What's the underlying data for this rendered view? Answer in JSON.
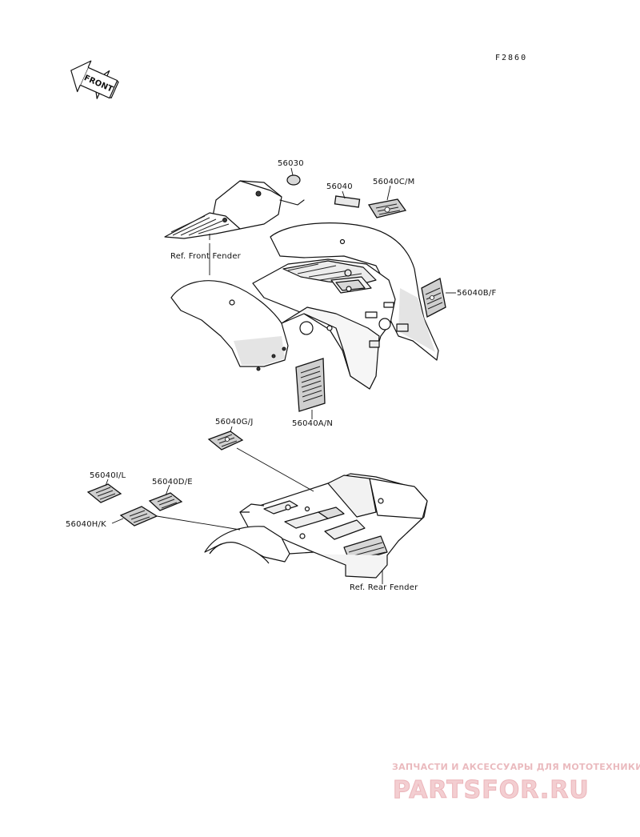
{
  "diagram": {
    "figure_code": "F2860",
    "front_arrow_text": "FRONT",
    "parts": {
      "p56030": "56030",
      "p56040": "56040",
      "p56040cm": "56040C/M",
      "p56040bf": "56040B/F",
      "p56040an": "56040A/N",
      "p56040gj": "56040G/J",
      "p56040il": "56040I/L",
      "p56040de": "56040D/E",
      "p56040hk": "56040H/K"
    },
    "refs": {
      "front_fender": "Ref. Front Fender",
      "rear_fender": "Ref. Rear Fender"
    }
  },
  "watermark": {
    "tagline": "ЗАПЧАСТИ И АКСЕССУАРЫ ДЛЯ МОТОТЕХНИКИ",
    "logo": "PARTSFOR.RU"
  }
}
